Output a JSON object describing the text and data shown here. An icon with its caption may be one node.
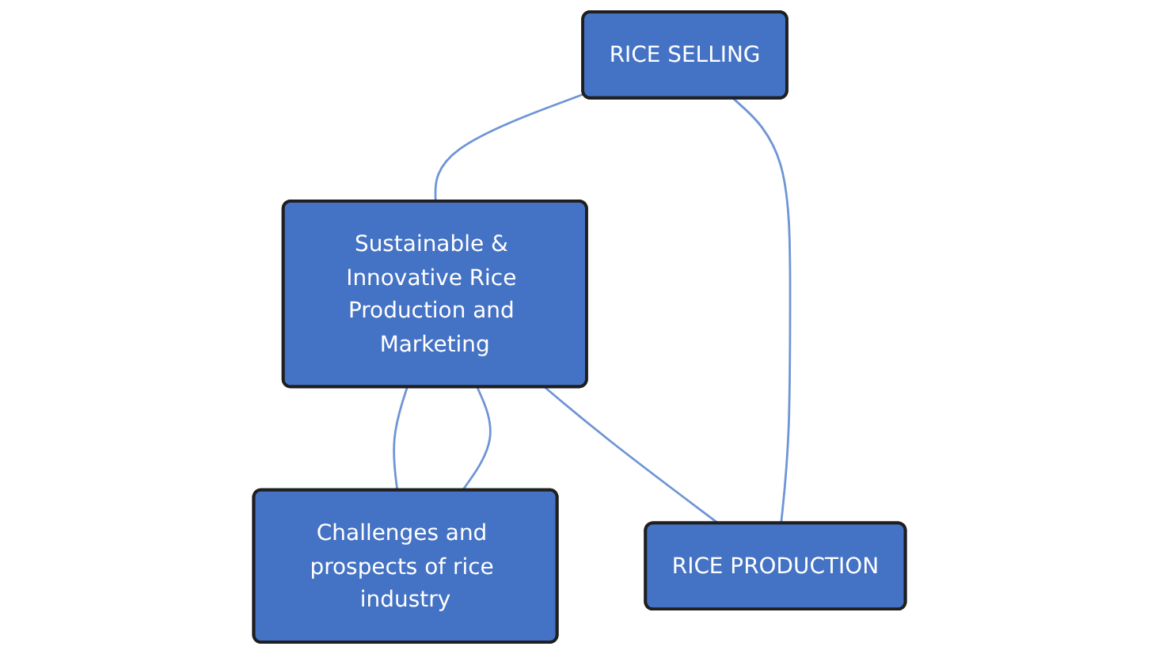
{
  "diagram": {
    "nodes": [
      {
        "text": [
          "Sustainable & Innovative Rice Production and Marketing"
        ]
      },
      {
        "text": [
          "RICE SELLING"
        ]
      },
      {
        "text": [
          "RICE PRODUCTION"
        ]
      },
      {
        "text": [
          "Challenges and prospects of rice industry"
        ]
      }
    ],
    "edges": [
      {
        "from": 1,
        "to": 0,
        "arrow": "none"
      },
      {
        "from": 0,
        "to": 3,
        "arrow": "none"
      },
      {
        "from": 0,
        "to": 2,
        "arrow": "none"
      },
      {
        "from": 0,
        "to": 3,
        "arrow": "none"
      },
      {
        "from": 1,
        "to": 2,
        "arrow": "none"
      }
    ]
  }
}
